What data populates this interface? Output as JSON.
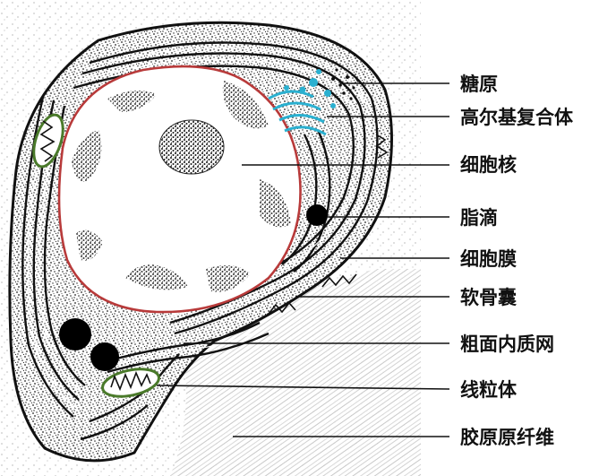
{
  "labels": [
    "糖原",
    "高尔基复合体",
    "细胞核",
    "脂滴",
    "细胞膜",
    "软骨囊",
    "粗面内质网",
    "线粒体",
    "胶原原纤维"
  ],
  "colors": {
    "nuclear_envelope": "#b83a3a",
    "golgi": "#2ab0d0",
    "mitochondria": "#4a7a2a",
    "lipid": "#000000",
    "ink": "#111111"
  }
}
